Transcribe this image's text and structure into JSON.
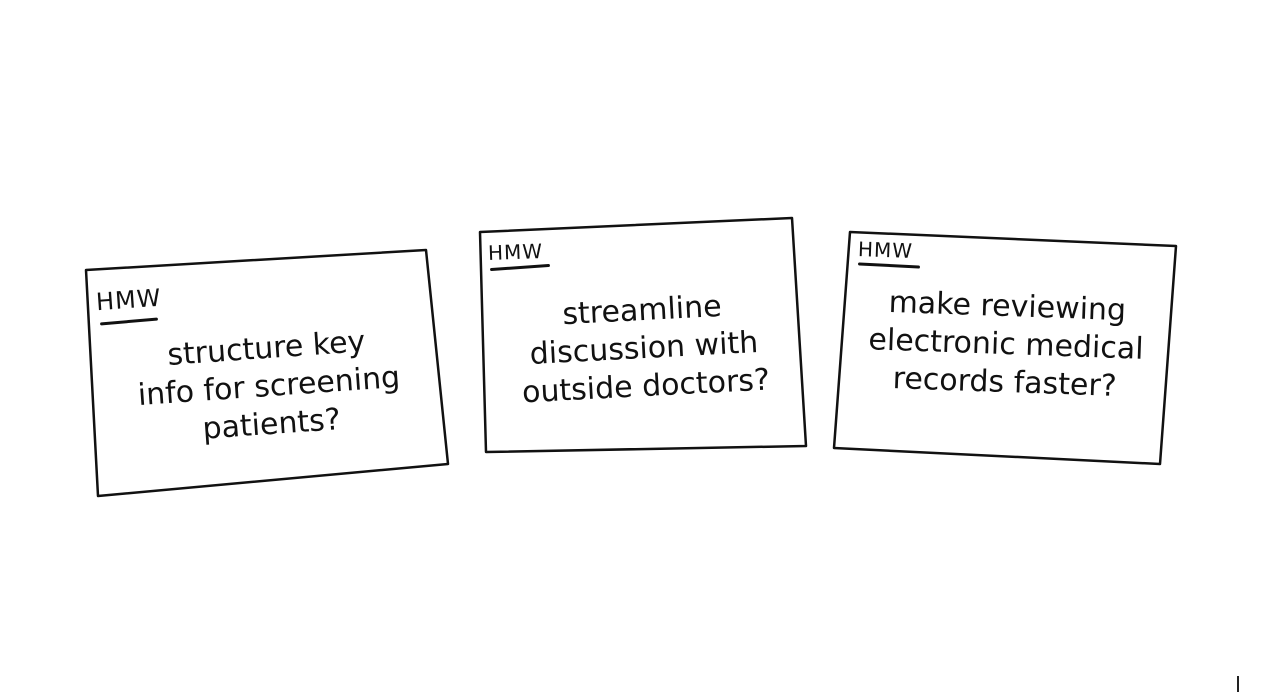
{
  "cards": [
    {
      "label": "HMW",
      "lines": [
        "structure key",
        "info for screening",
        "patients?"
      ]
    },
    {
      "label": "HMW",
      "lines": [
        "streamline",
        "discussion with",
        "outside doctors?"
      ]
    },
    {
      "label": "HMW",
      "lines": [
        "make reviewing",
        "electronic medical",
        "records faster?"
      ]
    }
  ]
}
